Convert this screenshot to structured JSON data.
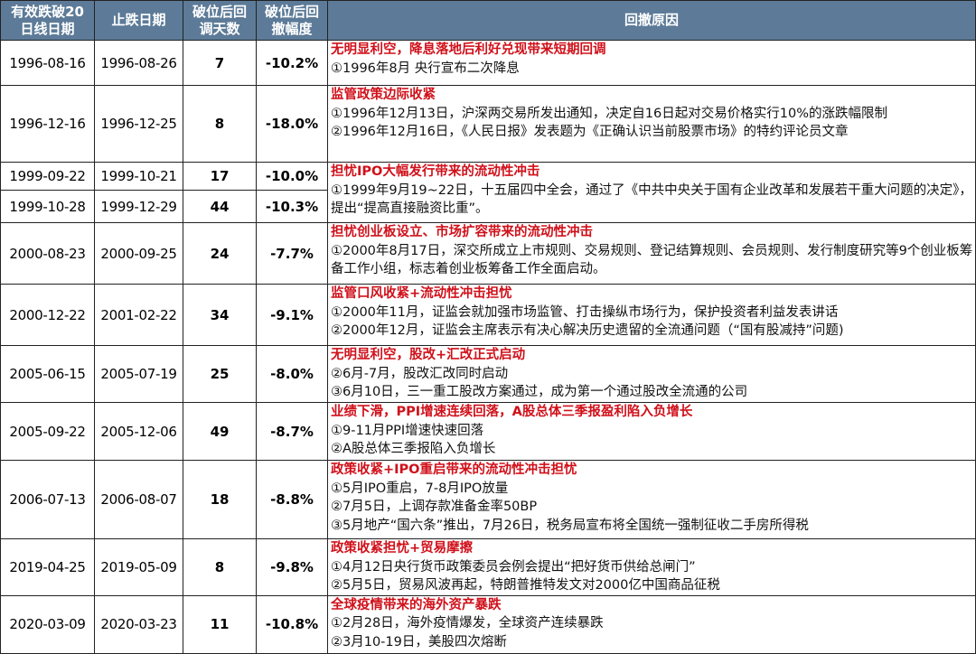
{
  "headers": [
    "有效跌破20日线日期",
    "止跌日期",
    "破位后回调天数",
    "破位后回撤幅度",
    "回撤原因"
  ],
  "colors": {
    "header_bg": "#5d7b98",
    "title_red": "#d0101a"
  },
  "rows": [
    {
      "break": "1996-08-16",
      "stop": "1996-08-26",
      "days": "7",
      "drop": "-10.2%"
    },
    {
      "break": "1996-12-16",
      "stop": "1996-12-25",
      "days": "8",
      "drop": "-18.0%"
    },
    {
      "break": "1999-09-22",
      "stop": "1999-10-21",
      "days": "17",
      "drop": "-10.0%"
    },
    {
      "break": "1999-10-28",
      "stop": "1999-12-29",
      "days": "44",
      "drop": "-10.3%"
    },
    {
      "break": "2000-08-23",
      "stop": "2000-09-25",
      "days": "24",
      "drop": "-7.7%"
    },
    {
      "break": "2000-12-22",
      "stop": "2001-02-22",
      "days": "34",
      "drop": "-9.1%"
    },
    {
      "break": "2005-06-15",
      "stop": "2005-07-19",
      "days": "25",
      "drop": "-8.0%"
    },
    {
      "break": "2005-09-22",
      "stop": "2005-12-06",
      "days": "49",
      "drop": "-8.7%"
    },
    {
      "break": "2006-07-13",
      "stop": "2006-08-07",
      "days": "18",
      "drop": "-8.8%"
    },
    {
      "break": "2019-04-25",
      "stop": "2019-05-09",
      "days": "8",
      "drop": "-9.8%"
    },
    {
      "break": "2020-03-09",
      "stop": "2020-03-23",
      "days": "11",
      "drop": "-10.8%"
    }
  ],
  "reasons": [
    {
      "title": "无明显利空，降息落地后利好兑现带来短期回调",
      "lines": [
        "①1996年8月 央行宣布二次降息"
      ]
    },
    {
      "title": "监管政策边际收紧",
      "lines": [
        "①1996年12月13日，沪深两交易所发出通知，决定自16日起对交易价格实行10%的涨跌幅限制",
        "②1996年12月16日，《人民日报》发表题为《正确认识当前股票市场》的特约评论员文章"
      ]
    },
    {
      "title": "担忧IPO大幅发行带来的流动性冲击",
      "lines": [
        "①1999年9月19~22日，十五届四中全会，通过了《中共中央关于国有企业改革和发展若干重大问题的决定》，提出“提高直接融资比重”。"
      ]
    },
    {
      "title": "担忧创业板设立、市场扩容带来的流动性冲击",
      "lines": [
        "①2000年8月17日，深交所成立上市规则、交易规则、登记结算规则、会员规则、发行制度研究等9个创业板筹备工作小组，标志着创业板筹备工作全面启动。"
      ]
    },
    {
      "title": "监管口风收紧+流动性冲击担忧",
      "lines": [
        "①2000年11月，证监会就加强市场监管、打击操纵市场行为，保护投资者利益发表讲话",
        "②2000年12月，证监会主席表示有决心解决历史遗留的全流通问题（“国有股减持”问题)"
      ]
    },
    {
      "title": "无明显利空，股改+汇改正式启动",
      "lines": [
        "②6月-7月，股改汇改同时启动",
        "③6月10日，三一重工股改方案通过，成为第一个通过股改全流通的公司"
      ]
    },
    {
      "title": "业绩下滑，PPI增速连续回落，A股总体三季报盈利陷入负增长",
      "lines": [
        "①9-11月PPI增速快速回落",
        "②A股总体三季报陷入负增长"
      ]
    },
    {
      "title": "政策收紧+IPO重启带来的流动性冲击担忧",
      "lines": [
        "①5月IPO重启，7-8月IPO放量",
        "②7月5日，上调存款准备金率50BP",
        "③5月地产“国六条”推出，7月26日，税务局宣布将全国统一强制征收二手房所得税"
      ]
    },
    {
      "title": "政策收紧担忧+贸易摩擦",
      "lines": [
        "①4月12日央行货币政策委员会例会提出“把好货币供给总闸门”",
        "②5月5日，贸易风波再起，特朗普推特发文对2000亿中国商品征税"
      ]
    },
    {
      "title": "全球疫情带来的海外资产暴跌",
      "lines": [
        "①2月28日，海外疫情爆发，全球资产连续暴跌",
        "②3月10-19日，美股四次熔断"
      ]
    }
  ]
}
